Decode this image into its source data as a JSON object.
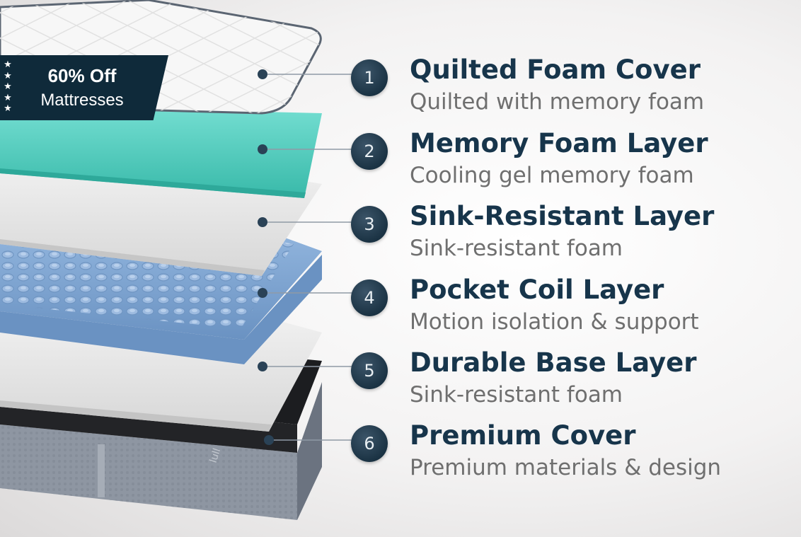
{
  "badge": {
    "stars": [
      "★",
      "★",
      "★",
      "★",
      "★"
    ],
    "title": "60% Off",
    "subtitle": "Mattresses"
  },
  "layers": [
    {
      "number": "1",
      "title": "Quilted Foam Cover",
      "description": "Quilted with memory foam"
    },
    {
      "number": "2",
      "title": "Memory Foam Layer",
      "description": "Cooling gel memory foam"
    },
    {
      "number": "3",
      "title": "Sink-Resistant Layer",
      "description": "Sink-resistant foam"
    },
    {
      "number": "4",
      "title": "Pocket Coil Layer",
      "description": "Motion isolation & support"
    },
    {
      "number": "5",
      "title": "Durable Base Layer",
      "description": "Sink-resistant foam"
    },
    {
      "number": "6",
      "title": "Premium Cover",
      "description": "Premium materials & design"
    }
  ],
  "colors": {
    "navy": "#17354b",
    "badge": "#0f2a3a",
    "memory_foam": "#5fd3c4",
    "coil_layer": "#7fa5cf",
    "cover": "#8e96a2"
  },
  "brand_lettering": "lull"
}
